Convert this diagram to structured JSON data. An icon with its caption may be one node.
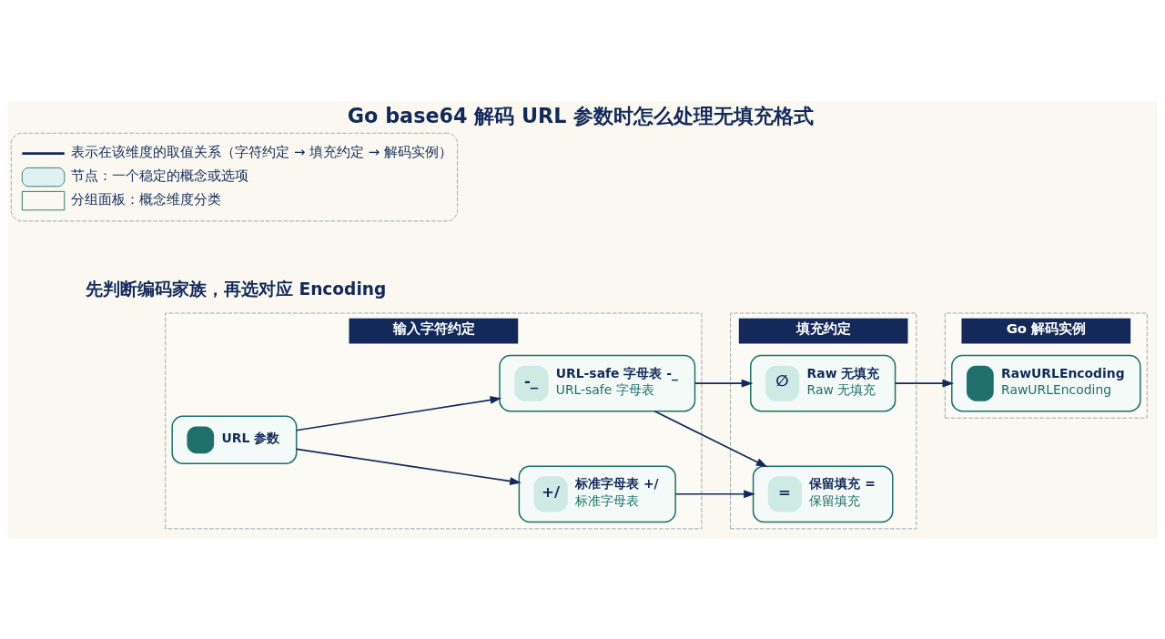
{
  "diagram": {
    "title": "Go base64 解码 URL 参数时怎么处理无填充格式",
    "nodes": [
      {
        "text": [
          "输入字符约定"
        ]
      },
      {
        "text": [
          "填充约定"
        ]
      },
      {
        "text": [
          "Go 解码实例"
        ]
      },
      {
        "text": [
          "URL 参数"
        ],
        "in": 0
      },
      {
        "text": [
          "+/",
          "标准字母表 +/",
          "标准字母表"
        ],
        "in": 0
      },
      {
        "text": [
          "-_",
          "URL-safe 字母表 -_",
          "URL-safe 字母表"
        ],
        "in": 0
      },
      {
        "text": [
          "=",
          "保留填充 =",
          "保留填充"
        ],
        "in": 1
      },
      {
        "text": [
          "∅",
          "Raw 无填充",
          "Raw 无填充"
        ],
        "in": 1
      },
      {
        "text": [
          "RawURLEncoding",
          "RawURLEncoding"
        ],
        "in": 2
      }
    ],
    "edges": [
      {
        "from": 3,
        "to": 4,
        "arrow": "to"
      },
      {
        "from": 3,
        "to": 5,
        "arrow": "to"
      },
      {
        "from": 4,
        "to": 6,
        "arrow": "to"
      },
      {
        "from": 5,
        "to": 6,
        "arrow": "to"
      },
      {
        "from": 5,
        "to": 7,
        "arrow": "to"
      },
      {
        "from": 7,
        "to": 8,
        "arrow": "to"
      }
    ],
    "labels": [
      "先判断编码家族，再选对应 Encoding"
    ],
    "legend": [
      {
        "text": "表示在该维度的取值关系（字符约定 → 填充约定 → 解码实例）"
      },
      {
        "text": "节点：一个稳定的概念或选项",
        "color": "#e0f2ef"
      },
      {
        "text": "分组面板：概念维度分类"
      }
    ]
  }
}
